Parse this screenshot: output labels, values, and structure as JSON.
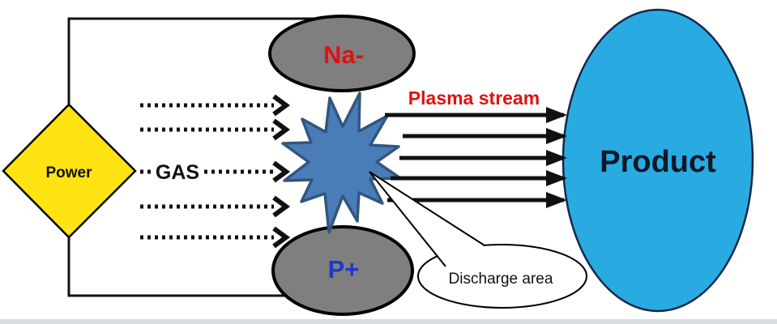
{
  "labels": {
    "power": "Power",
    "gas": "GAS",
    "cathode": "Na-",
    "anode": "P+",
    "plasma_stream": "Plasma stream",
    "product": "Product",
    "discharge_area": "Discharge area"
  },
  "colors": {
    "power_fill": "#FFE312",
    "electrode_fill": "#7F7F7F",
    "starburst_fill": "#4A7CB8",
    "product_fill": "#29ABE2",
    "red_label": "#DF1111",
    "blue_label": "#2038C8",
    "product_label": "#101828",
    "black_label": "#111111"
  }
}
